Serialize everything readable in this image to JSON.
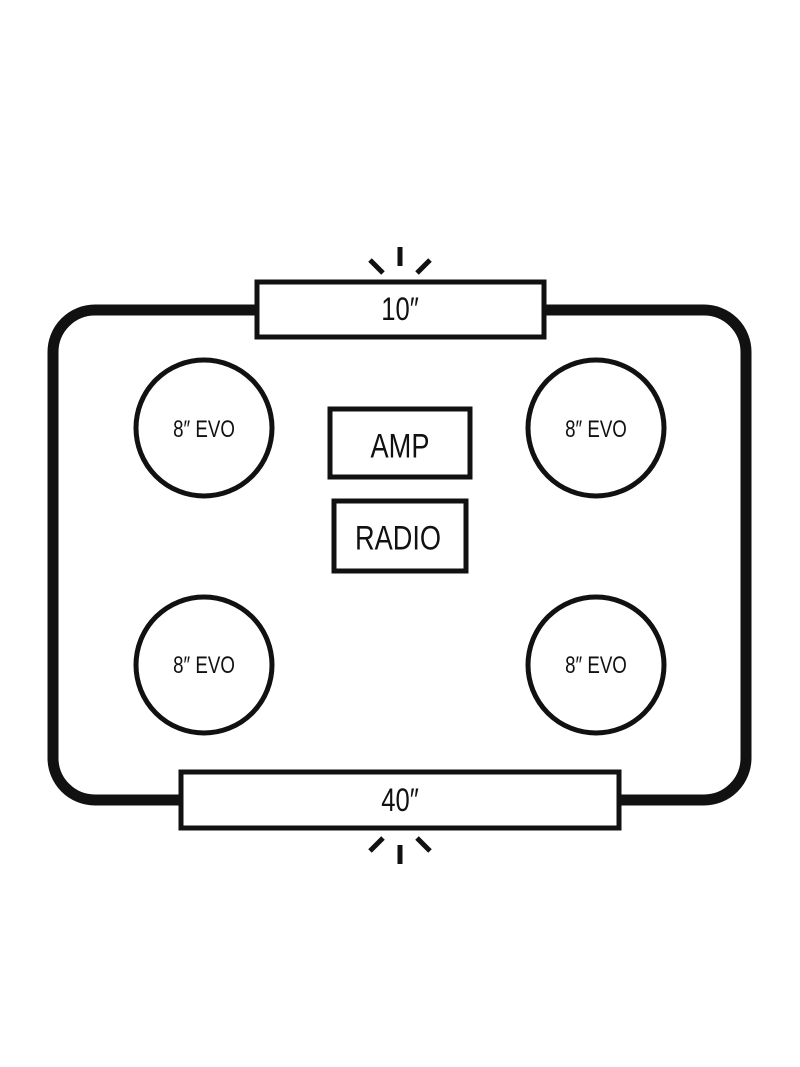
{
  "diagram": {
    "top_subwoofer": {
      "label": "10″"
    },
    "bottom_subwoofer": {
      "label": "40″"
    },
    "amp": {
      "label": "AMP"
    },
    "radio": {
      "label": "RADIO"
    },
    "speakers": [
      {
        "label": "8″ EVO"
      },
      {
        "label": "8″ EVO"
      },
      {
        "label": "8″ EVO"
      },
      {
        "label": "8″ EVO"
      }
    ],
    "colors": {
      "stroke": "#111111",
      "background": "#ffffff"
    }
  }
}
